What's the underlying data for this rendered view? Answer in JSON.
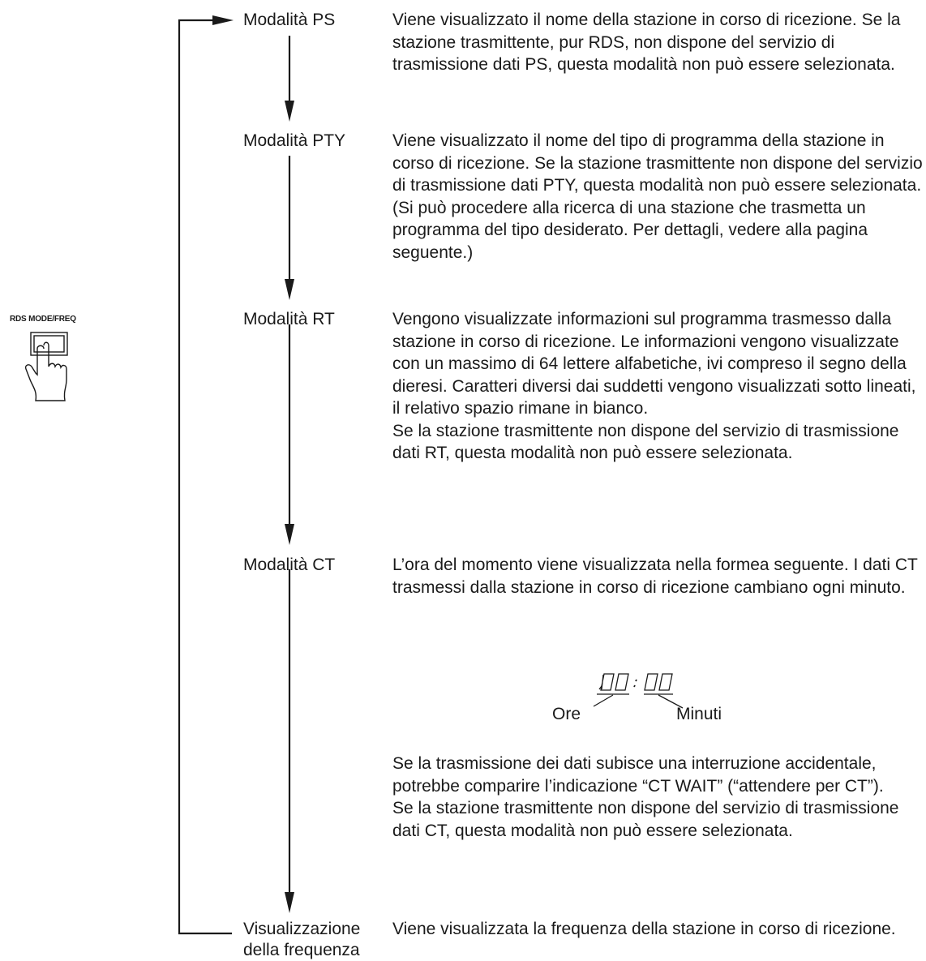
{
  "button": {
    "label": "RDS MODE/FREQ",
    "icon": "hand-press-button-icon"
  },
  "modes": [
    {
      "label": "Modalità PS",
      "description": [
        "Viene visualizzato il nome della stazione in corso di ricezione. Se la stazione trasmittente, pur RDS, non dispone del servizio di trasmissione dati PS, questa modalità non può essere selezionata."
      ]
    },
    {
      "label": "Modalità PTY",
      "description": [
        "Viene visualizzato il nome del tipo di programma della stazione in corso di ricezione. Se la stazione trasmittente non dispone del servizio di trasmissione dati PTY, questa modalità non può essere selezionata.",
        "(Si può procedere alla ricerca di una stazione che trasmetta un programma del tipo desiderato. Per dettagli, vedere alla pagina seguente.)"
      ]
    },
    {
      "label": "Modalità RT",
      "description": [
        "Vengono visualizzate informazioni sul programma trasmesso dalla stazione in corso di ricezione. Le informazioni vengono visualizzate con un massimo di 64 lettere alfabetiche, ivi compreso il segno della dieresi. Caratteri diversi dai suddetti vengono visualizzati sotto lineati, il relativo spazio rimane in bianco.",
        "Se la stazione trasmittente non dispone del servizio di trasmissione dati RT, questa modalità non può essere selezionata."
      ]
    },
    {
      "label": "Modalità CT",
      "description": [
        "L’ora del momento viene visualizzata nella formea seguente. I dati CT trasmessi dalla stazione in corso di ricezione cambiano ogni minuto."
      ],
      "description_after": [
        "Se la trasmissione dei dati subisce una interruzione accidentale, potrebbe comparire l’indicazione “CT WAIT” (“attendere per CT”).",
        "Se la stazione trasmittente non dispone del servizio di trasmissione dati CT, questa modalità non può essere selezionata."
      ]
    },
    {
      "label_line1": "Visualizzazione",
      "label_line2": "della frequenza",
      "description": [
        "Viene visualizzata la frequenza della stazione in corso di ricezione."
      ]
    }
  ],
  "clock": {
    "hours_digits": "00",
    "minutes_digits": "00",
    "hours_caption": "Ore",
    "minutes_caption": "Minuti"
  }
}
